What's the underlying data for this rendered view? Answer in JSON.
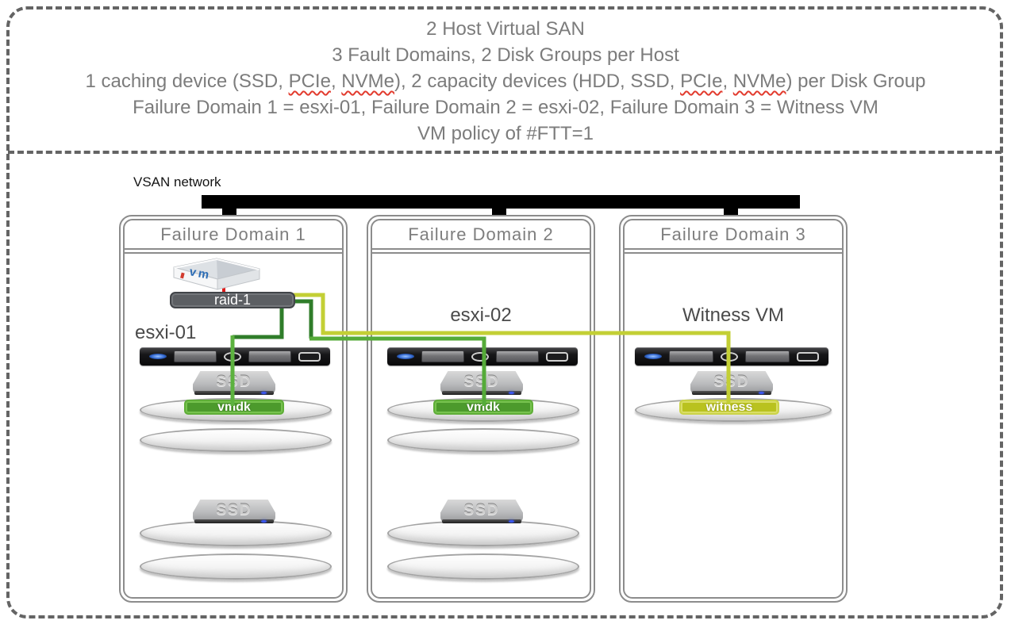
{
  "annotation": {
    "line1": "2 Host Virtual SAN",
    "line2": "3 Fault Domains, 2 Disk Groups per Host",
    "line3": {
      "t0": "1 caching device (SSD, ",
      "w0": "PCIe",
      "t1": ", ",
      "w1": "NVMe",
      "t2": "), 2 capacity devices (HDD, SSD, ",
      "w2": "PCIe",
      "t3": ", ",
      "w3": "NVMe",
      "t4": ") per Disk Group"
    },
    "line4": "Failure Domain 1 = esxi-01, Failure Domain 2 = esxi-02, Failure Domain 3 = Witness VM",
    "line5": "VM policy of #FTT=1"
  },
  "network": {
    "label": "VSAN network"
  },
  "vm_icon": {
    "label": "vm"
  },
  "raid": {
    "label": "raid-1"
  },
  "domains": [
    {
      "title": "Failure Domain 1",
      "host_label": "esxi-01",
      "disk_groups": [
        {
          "cache_label": "SSD",
          "data_label": "vmdk",
          "capacity_disks": 2
        },
        {
          "cache_label": "SSD",
          "capacity_disks": 2
        }
      ]
    },
    {
      "title": "Failure Domain 2",
      "host_label": "esxi-02",
      "disk_groups": [
        {
          "cache_label": "SSD",
          "data_label": "vmdk",
          "capacity_disks": 2
        },
        {
          "cache_label": "SSD",
          "capacity_disks": 2
        }
      ]
    },
    {
      "title": "Failure Domain 3",
      "host_label": "Witness VM",
      "disk_groups": [
        {
          "cache_label": "SSD",
          "data_label": "witness",
          "capacity_disks": 1
        }
      ]
    }
  ],
  "colors": {
    "dashed_frame": "#646464",
    "annotation_text": "#7c7c7c",
    "spellcheck_red": "#e23b2e",
    "network_bar": "#000000",
    "raid_gray": "#5c5f63",
    "vmdk_green": "#4c9a2c",
    "witness_yellow": "#b9c21f",
    "link_green_dark": "#2f7d2a",
    "link_green": "#55ab39",
    "link_yellow": "#c3cf35",
    "vm_red_link": "#e01b1b"
  }
}
